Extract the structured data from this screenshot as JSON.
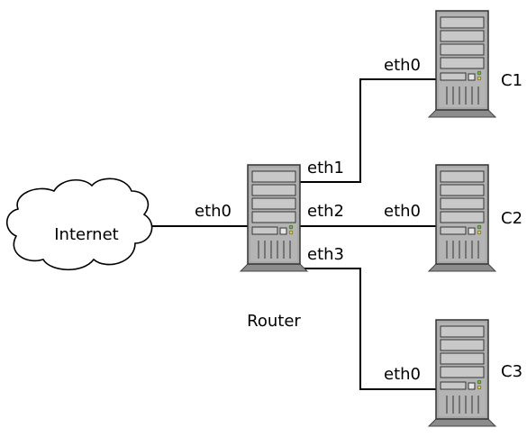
{
  "nodes": {
    "internet": {
      "label": "Internet"
    },
    "router": {
      "label": "Router",
      "ports": [
        "eth0",
        "eth1",
        "eth2",
        "eth3"
      ]
    },
    "clients": [
      {
        "label": "C1",
        "port": "eth0"
      },
      {
        "label": "C2",
        "port": "eth0"
      },
      {
        "label": "C3",
        "port": "eth0"
      }
    ]
  },
  "links": [
    {
      "from": "internet",
      "to": "router",
      "router_port": "eth0"
    },
    {
      "from": "router",
      "to": "C1",
      "router_port": "eth1",
      "client_port": "eth0"
    },
    {
      "from": "router",
      "to": "C2",
      "router_port": "eth2",
      "client_port": "eth0"
    },
    {
      "from": "router",
      "to": "C3",
      "router_port": "eth3",
      "client_port": "eth0"
    }
  ],
  "colors": {
    "server_body": "#a9a9a9",
    "server_bay": "#c8c8c8",
    "server_base": "#8c8c8c",
    "outline": "#000000",
    "led": "#6bbf3a"
  },
  "icons": {
    "cloud": "cloud-icon",
    "server": "server-tower-icon"
  }
}
